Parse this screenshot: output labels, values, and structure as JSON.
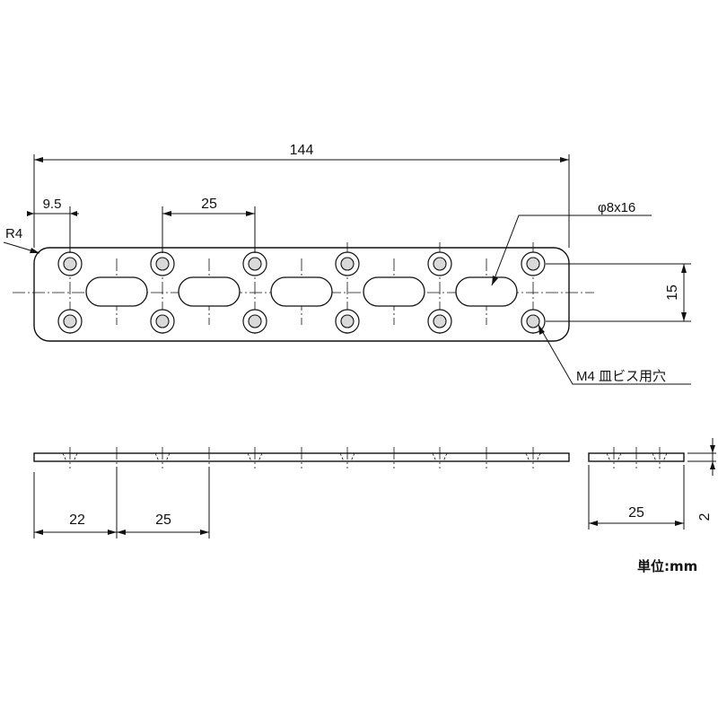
{
  "dimensions": {
    "overall_length": "144",
    "edge_offset": "9.5",
    "hole_pitch_top": "25",
    "corner_radius": "R4",
    "slot_size": "φ8x16",
    "hole_spacing_vertical": "15",
    "hole_callout": "M4  皿ビス用穴",
    "side_first_offset": "22",
    "side_pitch": "25",
    "end_width": "25",
    "thickness": "2"
  },
  "unit_label": "単位:mm"
}
